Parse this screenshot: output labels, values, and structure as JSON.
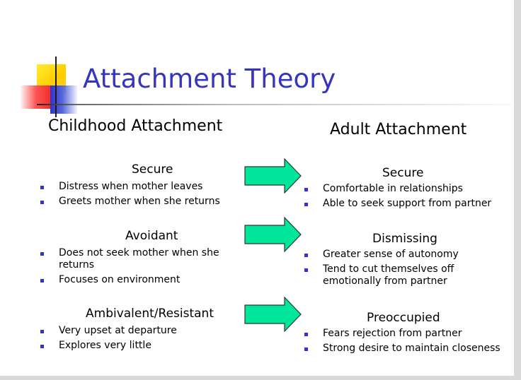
{
  "title": "Attachment Theory",
  "childhood": {
    "heading": "Childhood Attachment",
    "groups": [
      {
        "name": "Secure",
        "bullets": [
          "Distress when mother leaves",
          "Greets mother when she returns"
        ]
      },
      {
        "name": "Avoidant",
        "bullets": [
          "Does not seek mother when she",
          "returns",
          "Focuses on environment"
        ]
      },
      {
        "name": "Ambivalent/Resistant",
        "bullets": [
          "Very upset at departure",
          "Explores very little"
        ]
      }
    ]
  },
  "adult": {
    "heading": "Adult Attachment",
    "groups": [
      {
        "name": "Secure",
        "bullets": [
          "Comfortable in relationships",
          "Able to seek support from partner"
        ]
      },
      {
        "name": "Dismissing",
        "bullets": [
          "Greater sense of autonomy",
          "Tend to cut themselves off",
          "emotionally from partner"
        ]
      },
      {
        "name": "Preoccupied",
        "bullets": [
          "Fears rejection from partner",
          "Strong desire to maintain closeness"
        ]
      }
    ]
  },
  "colors": {
    "title": "#3535c0",
    "bullet": "#3333cc",
    "arrow_fill": "#00e69a",
    "arrow_stroke": "#333333"
  },
  "icons": [
    "logo-squares",
    "right-arrow-icon"
  ]
}
